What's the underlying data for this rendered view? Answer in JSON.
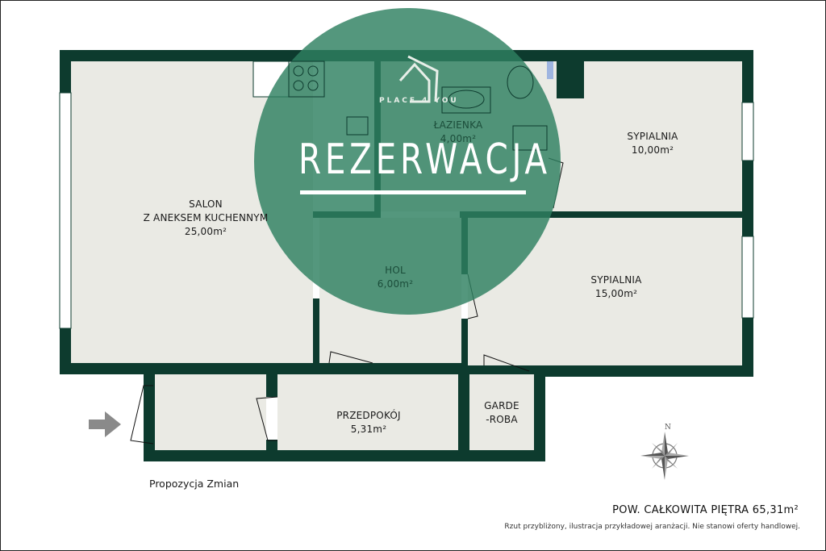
{
  "plan": {
    "caption": "Propozycja Zmian",
    "total_area": "POW. CAŁKOWITA PIĘTRA 65,31m²",
    "disclaimer": "Rzut przybliżony, ilustracja przykładowej aranżacji. Nie stanowi oferty handlowej.",
    "compass_label": "N",
    "colors": {
      "wall": "#0d3b2e",
      "floor": "#eaeae4",
      "overlay": "#2e8060",
      "arrow": "#8a8a8a"
    }
  },
  "rooms": {
    "salon": {
      "name": "SALON",
      "name2": "Z ANEKSEM KUCHENNYM",
      "area": "25,00m²"
    },
    "lazienka": {
      "name": "ŁAZIENKA",
      "area": "4,00m²"
    },
    "sypialnia1": {
      "name": "SYPIALNIA",
      "area": "10,00m²"
    },
    "hol": {
      "name": "HOL",
      "area": "6,00m²"
    },
    "sypialnia2": {
      "name": "SYPIALNIA",
      "area": "15,00m²"
    },
    "przedpokoj": {
      "name": "PRZEDPOKÓJ",
      "area": "5,31m²"
    },
    "garderoba": {
      "name": "GARDE",
      "name2": "-ROBA"
    }
  },
  "stamp": {
    "brand": "PLACE 4 YOU",
    "text": "REZERWACJA"
  }
}
